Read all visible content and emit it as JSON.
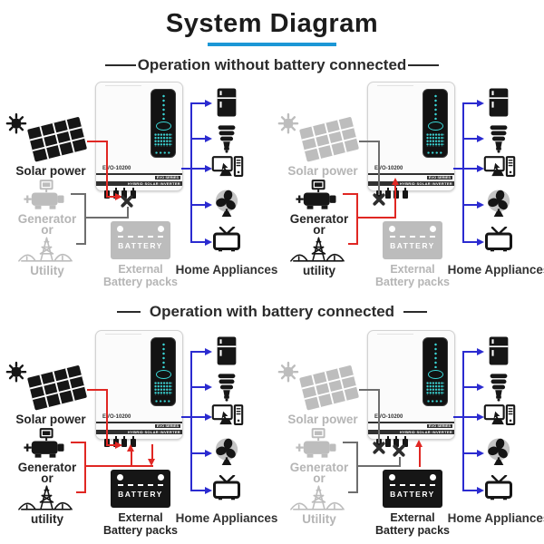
{
  "title": "System Diagram",
  "sections": [
    {
      "heading": "Operation without battery connected"
    },
    {
      "heading": "Operation with battery connected"
    }
  ],
  "inverter": {
    "model": "EVO-10200",
    "series": "EVO SERIES",
    "type": "HYBRID SOLAR INVERTER"
  },
  "battery_label": "BATTERY",
  "quadrants": [
    {
      "solar": "Solar power",
      "generator": "Generator",
      "or": "or",
      "utility": "Utility",
      "external1": "External",
      "external2": "Battery packs",
      "appliances": "Home Appliances",
      "solar_state": "active",
      "grid_state": "disconnected",
      "battery_state": "not-connected"
    },
    {
      "solar": "Solar power",
      "generator": "Generator",
      "or": "or",
      "utility": "utility",
      "external1": "External",
      "external2": "Battery packs",
      "appliances": "Home Appliances",
      "solar_state": "disconnected",
      "grid_state": "active",
      "battery_state": "not-connected"
    },
    {
      "solar": "Solar power",
      "generator": "Generator",
      "or": "or",
      "utility": "utility",
      "external1": "External",
      "external2": "Battery packs",
      "appliances": "Home Appliances",
      "solar_state": "active",
      "grid_state": "active",
      "battery_state": "connected-charging"
    },
    {
      "solar": "Solar power",
      "generator": "Generator",
      "or": "or",
      "utility": "Utility",
      "external1": "External",
      "external2": "Battery packs",
      "appliances": "Home Appliances",
      "solar_state": "disconnected",
      "grid_state": "disconnected",
      "battery_state": "connected-discharging"
    }
  ],
  "appliance_icons": [
    "refrigerator-icon",
    "cfl-bulb-icon",
    "computer-icon",
    "fan-icon",
    "tv-icon"
  ],
  "colors": {
    "title_underline": "#1b97d6",
    "active_wire": "#e02723",
    "inactive_wire": "#6e6e6e",
    "appliance_wire": "#2b2bd0",
    "inactive_gray": "#b5b5b5",
    "led_teal": "#39d6d6"
  }
}
